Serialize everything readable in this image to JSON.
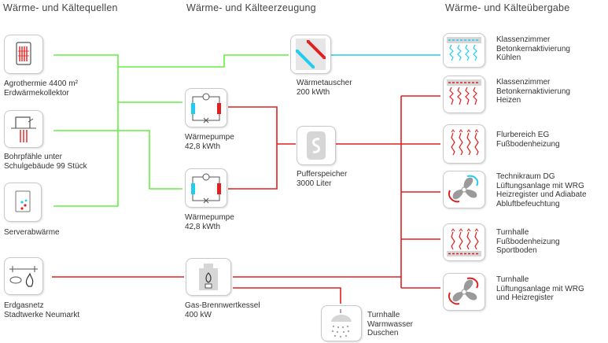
{
  "headers": {
    "sources": "Wärme- und Kältequellen",
    "generation": "Wärme- und Kälteerzeugung",
    "transfer": "Wärme- und Kälteübergabe"
  },
  "sources": [
    {
      "icon": "geothermal-collector-icon",
      "lines": [
        "Agrothermie 4400 m²",
        "Erdwärmekollektor"
      ]
    },
    {
      "icon": "borehole-piles-icon",
      "lines": [
        "Bohrpfähle unter",
        "Schulgebäude 99 Stück"
      ]
    },
    {
      "icon": "server-rack-icon",
      "lines": [
        "Serverabwärme"
      ]
    },
    {
      "icon": "gas-network-icon",
      "lines": [
        "Erdgasnetz",
        "Stadtwerke Neumarkt"
      ]
    }
  ],
  "generation": [
    {
      "icon": "heat-exchanger-icon",
      "lines": [
        "Wärmetauscher",
        "200 kWth"
      ]
    },
    {
      "icon": "heat-pump-icon",
      "lines": [
        "Wärmepumpe",
        "42,8 kWth"
      ]
    },
    {
      "icon": "heat-pump-icon",
      "lines": [
        "Wärmepumpe",
        "42,8 kWth"
      ]
    },
    {
      "icon": "buffer-tank-icon",
      "lines": [
        "Pufferspeicher",
        "3000 Liter"
      ]
    },
    {
      "icon": "gas-boiler-icon",
      "lines": [
        "Gas-Brennwertkessel",
        "400 kW"
      ]
    },
    {
      "icon": "shower-icon",
      "lines": [
        "Turnhalle",
        "Warmwasser",
        "Duschen"
      ]
    }
  ],
  "transfer": [
    {
      "icon": "concrete-core-cooling-icon",
      "lines": [
        "Klassenzimmer",
        "Betonkernaktivierung",
        "Kühlen"
      ]
    },
    {
      "icon": "concrete-core-heating-icon",
      "lines": [
        "Klassenzimmer",
        "Betonkernaktivierung",
        "Heizen"
      ]
    },
    {
      "icon": "floor-heating-icon",
      "lines": [
        "Flurbereich EG",
        "Fußbodenheizung"
      ]
    },
    {
      "icon": "ventilation-fan-icon",
      "lines": [
        "Technikraum DG",
        "Lüftungsanlage mit WRG",
        "Heizregister und Adiabate",
        "Abluftbefeuchtung"
      ]
    },
    {
      "icon": "sports-floor-heating-icon",
      "lines": [
        "Turnhalle",
        "Fußbodenheizung",
        "Sportboden"
      ]
    },
    {
      "icon": "ventilation-fan-icon",
      "lines": [
        "Turnhalle",
        "Lüftungsanlage mit WRG",
        "und Heizregister"
      ]
    }
  ],
  "colors": {
    "source": "#66ee44",
    "heat": "#e02020",
    "cool": "#22ccee",
    "box_border": "#c9c9c9"
  }
}
